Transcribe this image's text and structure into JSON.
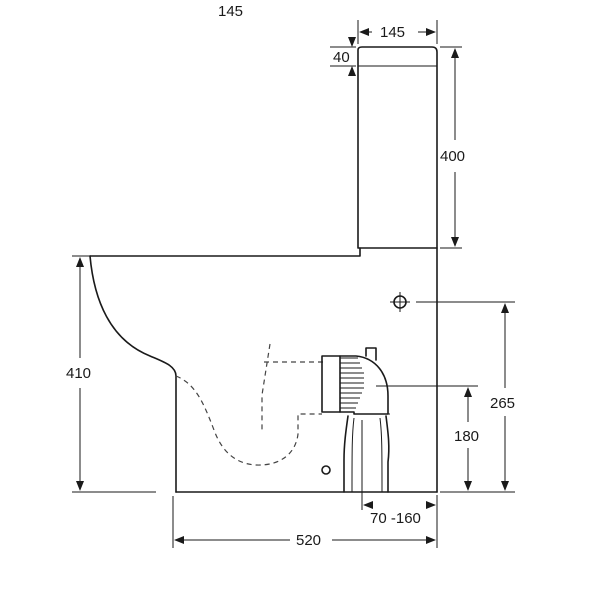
{
  "dimensions": {
    "cistern_depth": "145",
    "lid_height": "40",
    "cistern_height": "400",
    "pan_height": "410",
    "inlet_height": "265",
    "outlet_height": "180",
    "outlet_offset": "70 -160",
    "overall_depth": "520"
  },
  "cropped_top_label": "145"
}
